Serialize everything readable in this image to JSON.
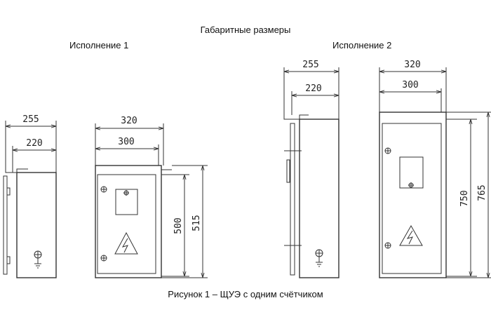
{
  "title": "Габаритные размеры",
  "variant1": "Исполнение 1",
  "variant2": "Исполнение 2",
  "figure_caption": "Рисунок 1 – ЩУЭ с одним счётчиком",
  "dims": {
    "v1_side_outer": "255",
    "v1_side_inner": "220",
    "v1_front_outer": "320",
    "v1_front_inner": "300",
    "v1_height_inner": "500",
    "v1_height_outer": "515",
    "v2_side_outer": "255",
    "v2_side_inner": "220",
    "v2_front_outer": "320",
    "v2_front_inner": "300",
    "v2_height_inner": "750",
    "v2_height_outer": "765"
  }
}
